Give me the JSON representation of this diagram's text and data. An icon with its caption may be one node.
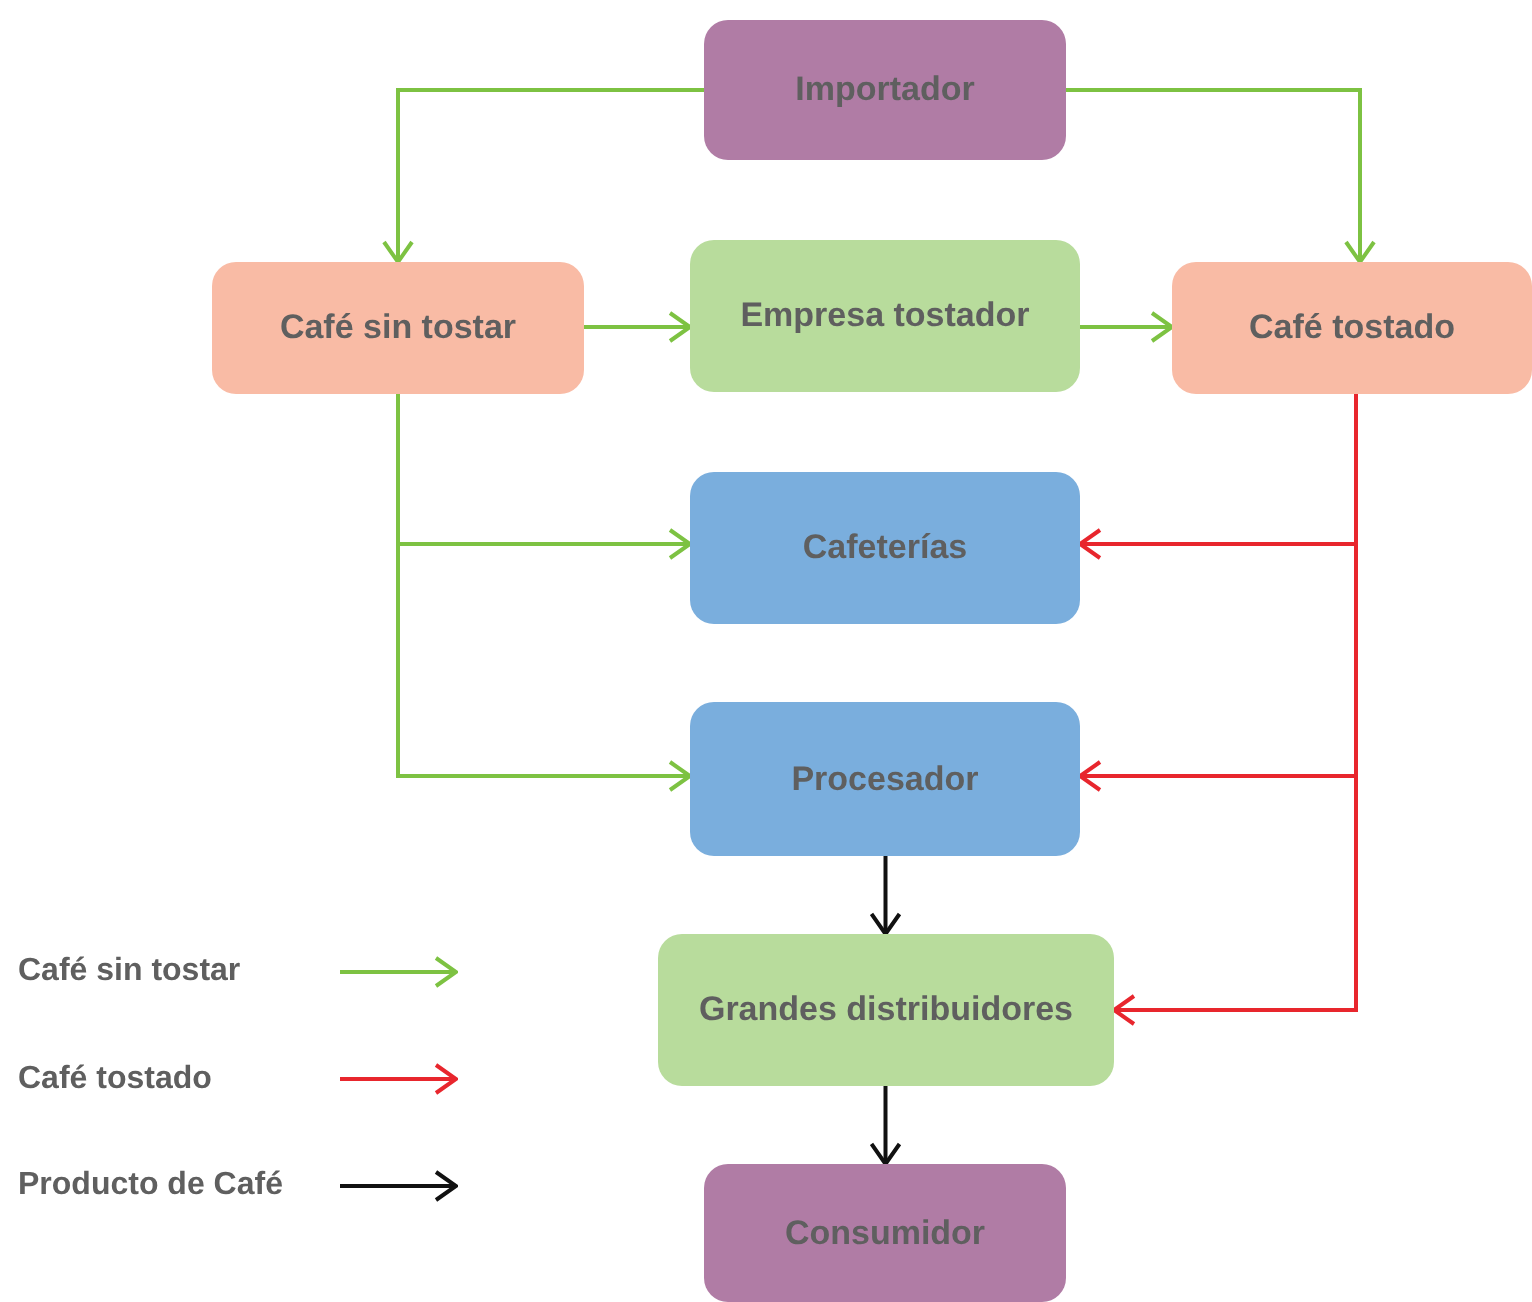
{
  "diagram": {
    "nodes": [
      {
        "text": [
          "Importador"
        ]
      },
      {
        "text": [
          "Café sin tostar"
        ]
      },
      {
        "text": [
          "Empresa tostador"
        ]
      },
      {
        "text": [
          "Café tostado"
        ]
      },
      {
        "text": [
          "Cafeterías"
        ]
      },
      {
        "text": [
          "Procesador"
        ]
      },
      {
        "text": [
          "Grandes distribuidores"
        ]
      },
      {
        "text": [
          "Consumidor"
        ]
      }
    ],
    "edges": [
      {
        "from": 0,
        "to": 1,
        "arrow": "to"
      },
      {
        "from": 0,
        "to": 3,
        "arrow": "to"
      },
      {
        "from": 1,
        "to": 2,
        "arrow": "to"
      },
      {
        "from": 2,
        "to": 3,
        "arrow": "to"
      },
      {
        "from": 1,
        "to": 4,
        "arrow": "to"
      },
      {
        "from": 1,
        "to": 5,
        "arrow": "to"
      },
      {
        "from": 3,
        "to": 4,
        "arrow": "to",
        "color": "#e8262d"
      },
      {
        "from": 3,
        "to": 5,
        "arrow": "to",
        "color": "#e8262d"
      },
      {
        "from": 3,
        "to": 6,
        "arrow": "to",
        "color": "#e8262d"
      },
      {
        "from": 5,
        "to": 6,
        "arrow": "to",
        "color": "#111111"
      },
      {
        "from": 6,
        "to": 7,
        "arrow": "to",
        "color": "#111111"
      }
    ],
    "legend": [
      {
        "text": "Café sin tostar"
      },
      {
        "text": "Café tostado"
      },
      {
        "text": "Producto de Café"
      }
    ]
  }
}
